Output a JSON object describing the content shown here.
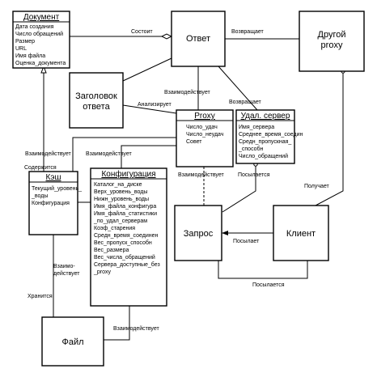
{
  "classes": {
    "document": {
      "title": "Документ",
      "attrs": [
        "Дата создания",
        "Число обращений",
        "Размер",
        "URL",
        "Имя файла",
        "Оценка_документа"
      ]
    },
    "response": {
      "title": "Ответ"
    },
    "other_proxy": {
      "title_line1": "Другой",
      "title_line2": "proxy"
    },
    "response_header": {
      "title_line1": "Заголовок",
      "title_line2": "ответа"
    },
    "proxy": {
      "title": "Proxy",
      "attrs": [
        "Число_удач",
        "Число_неудач",
        "Совет"
      ]
    },
    "remote_server": {
      "title": "Удал. сервер",
      "attrs": [
        "Имя_сервера",
        "Среднее_время_соедин",
        "Средн_пропускная_",
        "_способн",
        "Число_обращений"
      ]
    },
    "cache": {
      "title": "Кэш",
      "attrs": [
        "Текущий_уровень_",
        "_воды",
        "Конфигурация"
      ]
    },
    "configuration": {
      "title": "Конфигурация",
      "attrs": [
        "Каталог_на_диске",
        "Верх_уровень_воды",
        "Нижн_уровень_воды",
        "Имя_файла_конфигура",
        "Имя_файла_статистики",
        "_по_удал_серверам",
        "Коэф_старения",
        "Средн_время_соединен",
        "Вес_пропуск_способн",
        "Вес_размера",
        "Вес_числа_обращений",
        "Сервера_доступные_без",
        "_proxy"
      ]
    },
    "request": {
      "title": "Запрос"
    },
    "client": {
      "title": "Клиент"
    },
    "file": {
      "title": "Файл"
    }
  },
  "relations": {
    "consists": "Состоит",
    "returns_top": "Возвращает",
    "interacts_header": "Взаимодействует",
    "analyzes": "Анализирует",
    "returns_server": "Возвращает",
    "interacts_doc": "Взаимодействует",
    "interacts_config": "Взаимодействует",
    "contained": "Содержится",
    "interacts_request": "Взаимодействует",
    "sent_up": "Посылается",
    "receives": "Получает",
    "sends": "Посылает",
    "interacts_cache_1": "Взаимо-",
    "interacts_cache_2": "действует",
    "stored": "Хранится",
    "sent_bottom": "Посылается",
    "interacts_file": "Взаимодействует"
  }
}
